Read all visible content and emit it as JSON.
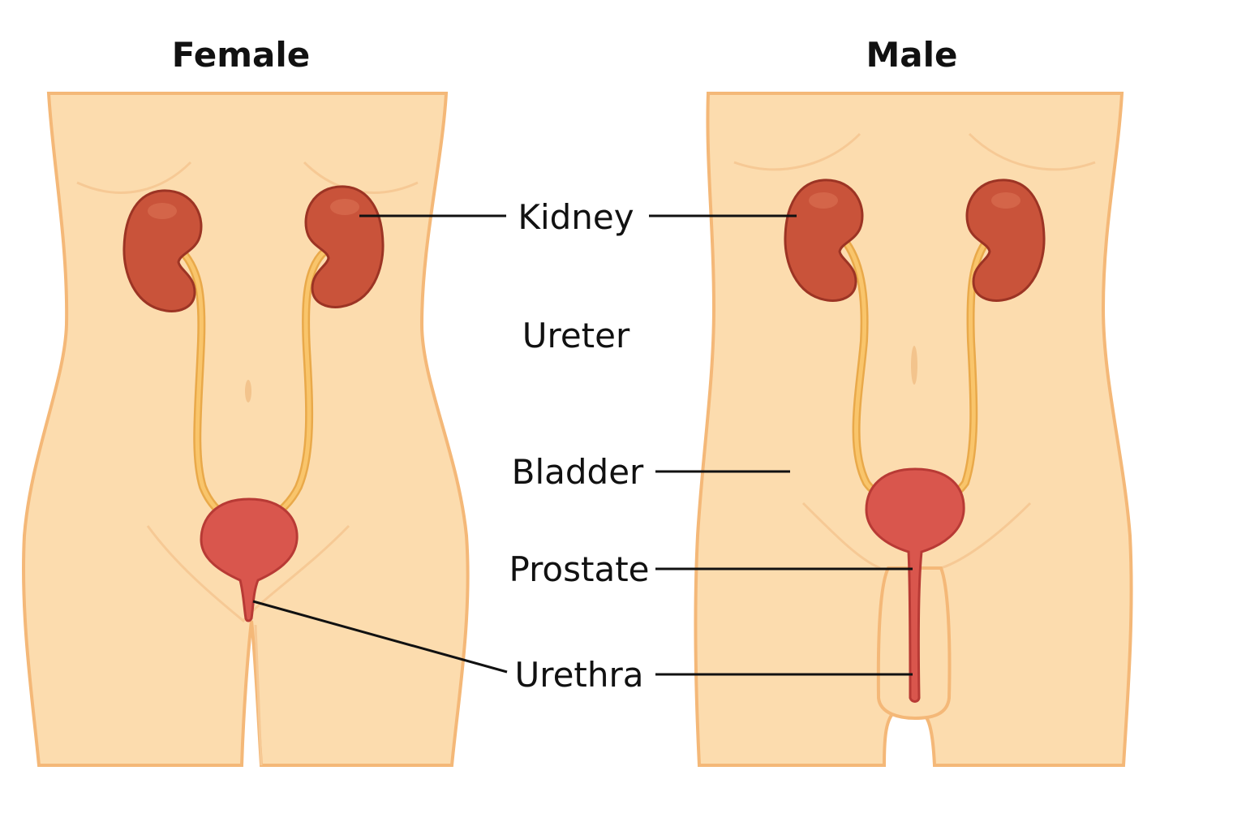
{
  "titles": {
    "female": "Female",
    "male": "Male"
  },
  "labels": {
    "kidney": "Kidney",
    "ureter": "Ureter",
    "bladder": "Bladder",
    "prostate": "Prostate",
    "urethra": "Urethra"
  },
  "colors": {
    "skin": "#fcdcae",
    "kidney": "#c9533a",
    "ureter": "#f4b860",
    "bladder": "#d9564d"
  }
}
